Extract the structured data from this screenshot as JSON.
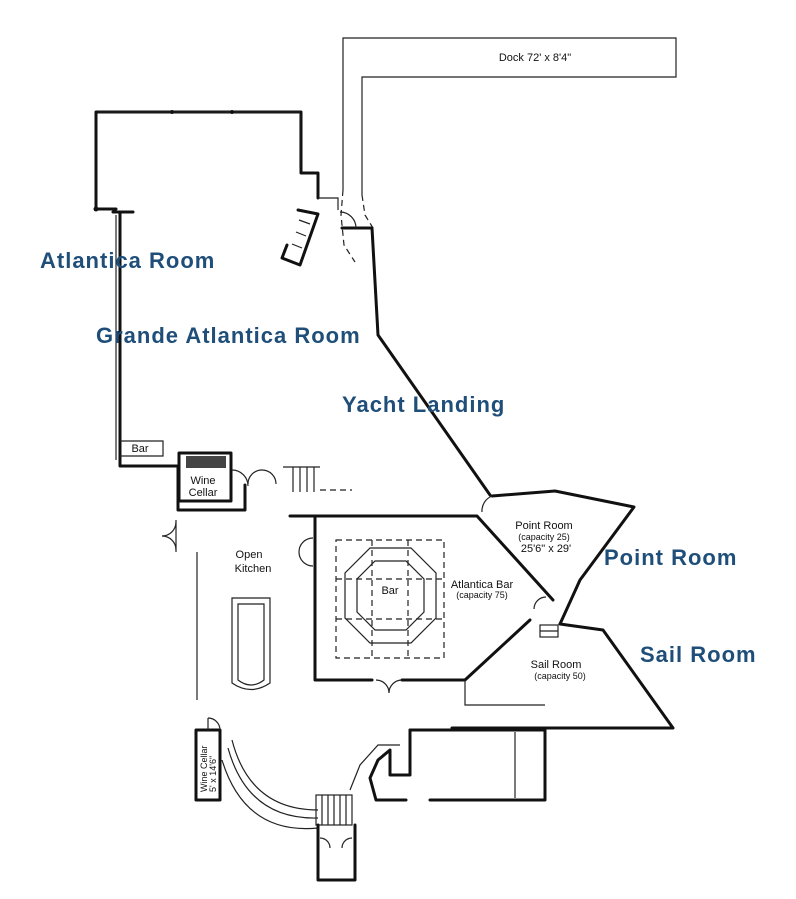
{
  "labels": {
    "atlantica_room": "Atlantica Room",
    "grande_atlantica_room": "Grande Atlantica Room",
    "yacht_landing": "Yacht Landing",
    "point_room": "Point Room",
    "sail_room": "Sail Room"
  },
  "plan": {
    "dock": "Dock  72' x 8'4\"",
    "bar_small": "Bar",
    "wine_cellar_top_line1": "Wine",
    "wine_cellar_top_line2": "Cellar",
    "open_kitchen_line1": "Open",
    "open_kitchen_line2": "Kitchen",
    "bar_center": "Bar",
    "atlantica_bar": "Atlantica Bar",
    "atlantica_bar_capacity": "(capacity 75)",
    "point_room": "Point Room",
    "point_room_capacity": "(capacity 25)",
    "point_room_size": "25'6\" x 29'",
    "sail_room": "Sail Room",
    "sail_room_capacity": "(capacity 50)",
    "wine_cellar_bottom": "Wine Cellar",
    "wine_cellar_bottom_size": "5' x 14'6\""
  },
  "colors": {
    "label": "#1f4e79",
    "lines": "#111111"
  }
}
